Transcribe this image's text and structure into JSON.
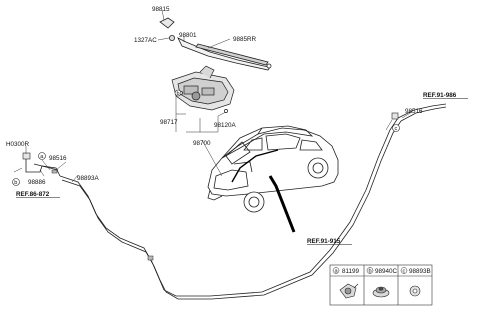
{
  "labels": {
    "p98815": "98815",
    "p1327AC": "1327AC",
    "p98801": "98801",
    "p9885RR": "9885RR",
    "p98717": "98717",
    "p98120A": "98120A",
    "p98700": "98700",
    "pH0300R": "H0300R",
    "p98516_left": "98516",
    "p98886": "98886",
    "p98893A": "98893A",
    "p98516_right": "98516"
  },
  "references": {
    "ref_86_872": "REF.86-872",
    "ref_91_986": "REF.91-986",
    "ref_91_915": "REF.91-915"
  },
  "callouts": {
    "a": "a",
    "b": "b",
    "c": "c"
  },
  "legend": {
    "items": [
      {
        "letter": "a",
        "part": "81199"
      },
      {
        "letter": "b",
        "part": "98940C"
      },
      {
        "letter": "c",
        "part": "98893B"
      }
    ]
  }
}
